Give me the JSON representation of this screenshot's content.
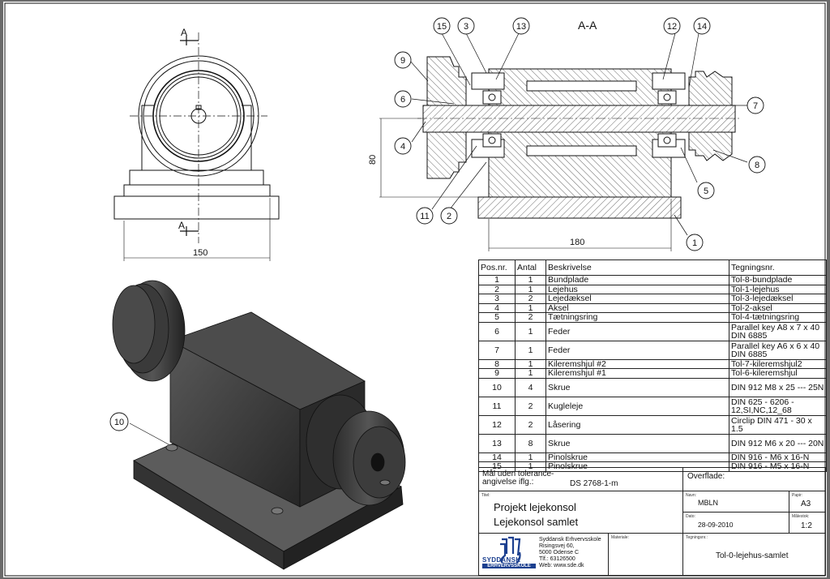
{
  "section_view": {
    "title": "A-A",
    "dim_height": "80",
    "dim_width": "180",
    "balloons": [
      "15",
      "3",
      "13",
      "12",
      "14",
      "9",
      "6",
      "4",
      "7",
      "8",
      "5",
      "11",
      "2",
      "1"
    ]
  },
  "front_view": {
    "section_marker": "A",
    "dim_width": "150"
  },
  "iso_view": {
    "balloon": "10"
  },
  "bom": {
    "headers": [
      "Pos.nr.",
      "Antal",
      "Beskrivelse",
      "Tegningsnr."
    ],
    "rows": [
      {
        "pos": "1",
        "qty": "1",
        "desc": "Bundplade",
        "drawing": "Tol-8-bundplade"
      },
      {
        "pos": "2",
        "qty": "1",
        "desc": "Lejehus",
        "drawing": "Tol-1-lejehus"
      },
      {
        "pos": "3",
        "qty": "2",
        "desc": "Lejedæksel",
        "drawing": "Tol-3-lejedæksel"
      },
      {
        "pos": "4",
        "qty": "1",
        "desc": "Aksel",
        "drawing": "Tol-2-aksel"
      },
      {
        "pos": "5",
        "qty": "2",
        "desc": "Tætningsring",
        "drawing": "Tol-4-tætningsring"
      },
      {
        "pos": "6",
        "qty": "1",
        "desc": "Feder",
        "drawing": "Parallel key A8 x 7 x 40 DIN 6885"
      },
      {
        "pos": "7",
        "qty": "1",
        "desc": "Feder",
        "drawing": "Parallel key A6 x 6 x 40 DIN 6885"
      },
      {
        "pos": "8",
        "qty": "1",
        "desc": "Kileremshjul #2",
        "drawing": "Tol-7-kileremshjul2"
      },
      {
        "pos": "9",
        "qty": "1",
        "desc": "Kileremshjul #1",
        "drawing": "Tol-6-kileremshjul"
      },
      {
        "pos": "10",
        "qty": "4",
        "desc": "Skrue",
        "drawing": "DIN 912 M8 x 25 --- 25N"
      },
      {
        "pos": "11",
        "qty": "2",
        "desc": "Kugleleje",
        "drawing": "DIN 625 - 6206 - 12,SI,NC,12_68"
      },
      {
        "pos": "12",
        "qty": "2",
        "desc": "Låsering",
        "drawing": "Circlip DIN 471 - 30 x 1.5"
      },
      {
        "pos": "13",
        "qty": "8",
        "desc": "Skrue",
        "drawing": "DIN 912 M6 x 20 --- 20N"
      },
      {
        "pos": "14",
        "qty": "1",
        "desc": "Pinolskrue",
        "drawing": "DIN 916 - M6 x 16-N"
      },
      {
        "pos": "15",
        "qty": "1",
        "desc": "Pinolskrue",
        "drawing": "DIN 916 - M5 x 16-N"
      }
    ]
  },
  "title_block": {
    "tolerance_label": "Mål uden tolerance-\nangivelse iflg.:",
    "tolerance_std": "DS 2768-1-m",
    "surface_label": "Overflade:",
    "titel_tag": "Titel:",
    "title_line1": "Projekt lejekonsol",
    "title_line2": "Lejekonsol samlet",
    "navn_tag": "Navn:",
    "name": "MBLN",
    "papir_tag": "Papir:",
    "paper": "A3",
    "dato_tag": "Dato:",
    "date": "28-09-2010",
    "maal_tag": "Målestok:",
    "scale": "1:2",
    "materiale_tag": "Materiale:",
    "tegning_tag": "Tegningsnr.:",
    "drawing_no": "Tol-0-lejehus-samlet",
    "logo_line1": "SYDDANSK",
    "logo_line2": "ERHVERVSSKOLE",
    "school_lines": [
      "Syddansk Erhvervsskole",
      "Risingsvej 60,",
      "5000 Odense C",
      "Tlf.:    63126500",
      "Web: www.sde.dk"
    ]
  },
  "colors": {
    "sheet": "#ffffff",
    "frame": "#6a6a6a",
    "line": "#111111",
    "part": "#3d3d3d"
  }
}
